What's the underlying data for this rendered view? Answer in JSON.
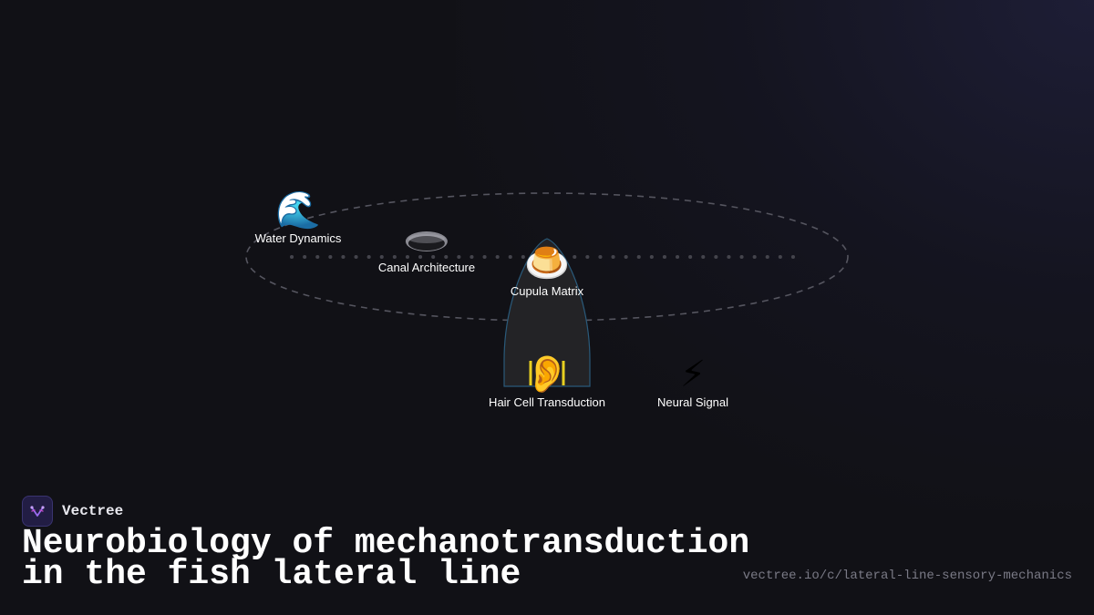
{
  "diagram": {
    "nodes": [
      {
        "id": "water",
        "label": "Water Dynamics",
        "icon": "wave-icon"
      },
      {
        "id": "canal",
        "label": "Canal Architecture",
        "icon": "canal-icon"
      },
      {
        "id": "cupula",
        "label": "Cupula Matrix",
        "icon": "pudding-icon"
      },
      {
        "id": "hair",
        "label": "Hair Cell Transduction",
        "icon": "ear-icon"
      },
      {
        "id": "neural",
        "label": "Neural Signal",
        "icon": "lightning-icon"
      }
    ],
    "colors": {
      "ellipse": "#55555f",
      "dots": "#44444c",
      "cone_fill": "#232326",
      "cone_stroke": "#2a5a7a",
      "bars": "#e8d020",
      "accent": "#7b4fd6"
    }
  },
  "brand": {
    "name": "Vectree",
    "logo_icon": "vectree-logo-icon"
  },
  "title": {
    "line1": "Neurobiology of mechanotransduction",
    "line2": "in the fish lateral line"
  },
  "url": "vectree.io/c/lateral-line-sensory-mechanics"
}
